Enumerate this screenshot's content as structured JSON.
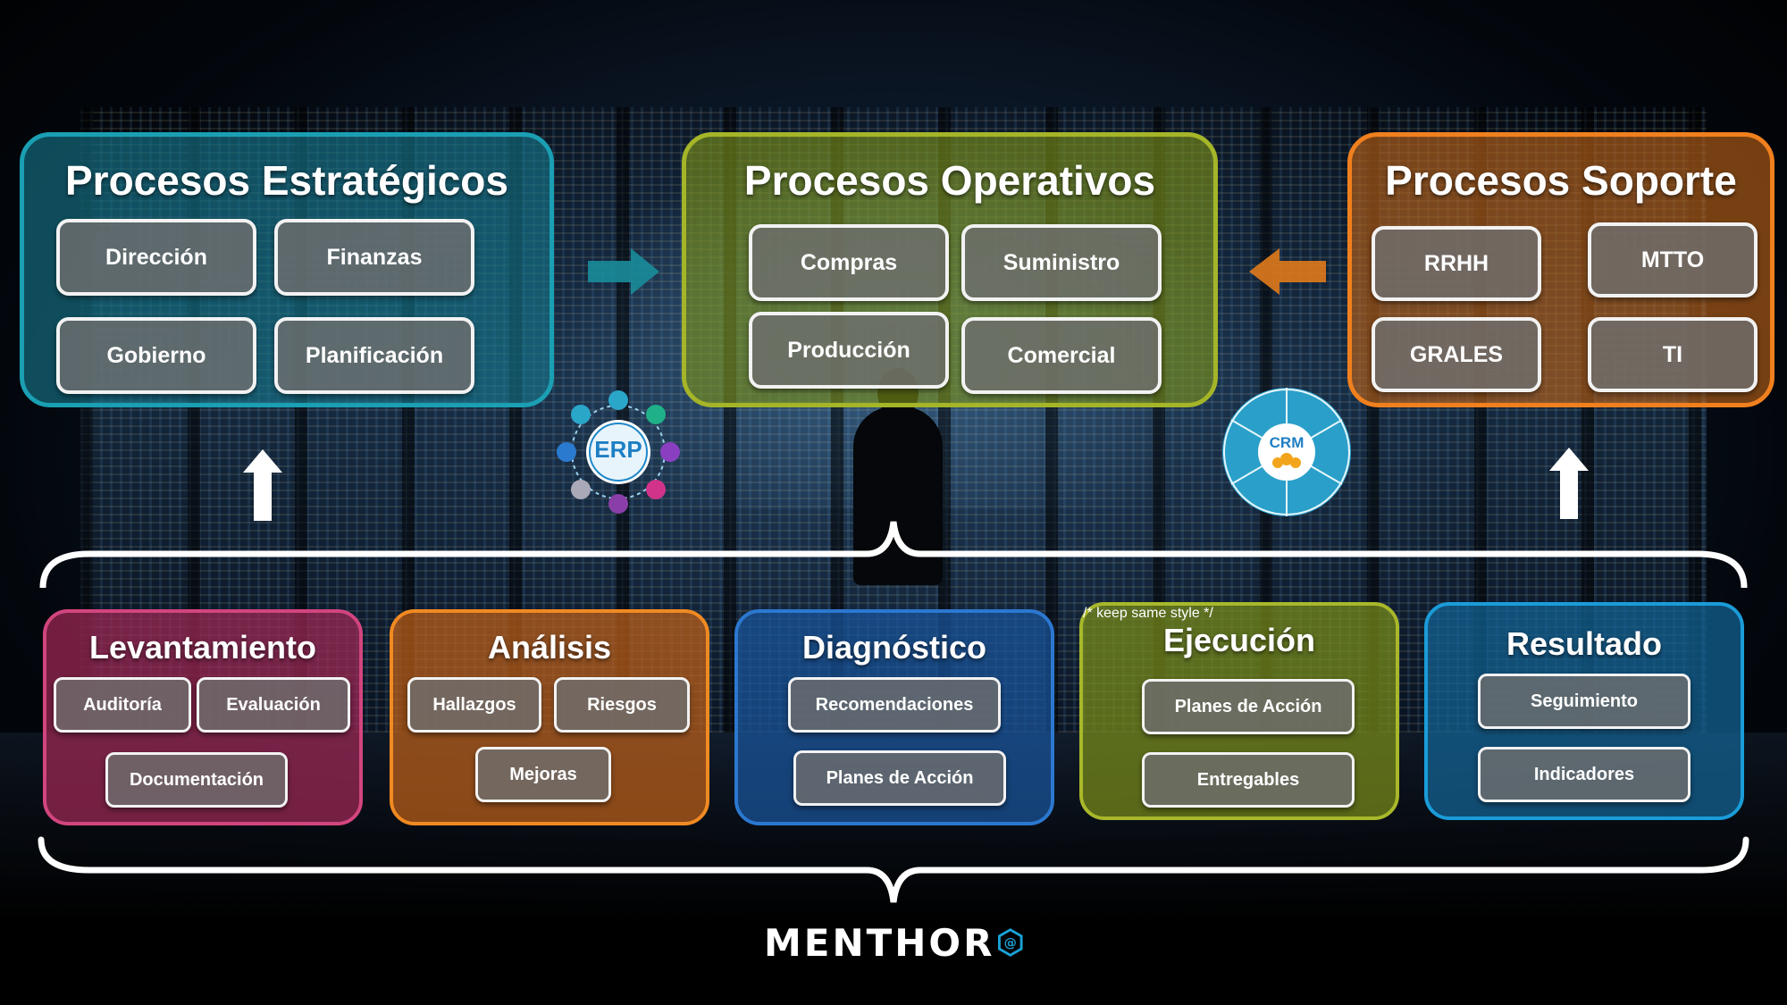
{
  "top_panels": {
    "estrategicos": {
      "title": "Procesos Estratégicos",
      "items": [
        "Dirección",
        "Finanzas",
        "Gobierno",
        "Planificación"
      ]
    },
    "operativos": {
      "title": "Procesos Operativos",
      "items": [
        "Compras",
        "Suministro",
        "Producción",
        "Comercial"
      ]
    },
    "soporte": {
      "title": "Procesos Soporte",
      "items": [
        "RRHH",
        "MTTO",
        "GRALES",
        "TI"
      ]
    }
  },
  "icons": {
    "erp_label": "ERP",
    "crm_label": "CRM"
  },
  "phases": {
    "levantamiento": {
      "title": "Levantamiento",
      "items": [
        "Auditoría",
        "Evaluación",
        "Documentación"
      ]
    },
    "analisis": {
      "title": "Análisis",
      "items": [
        "Hallazgos",
        "Riesgos",
        "Mejoras"
      ]
    },
    "diagnostico": {
      "title": "Diagnóstico",
      "items": [
        "Recomendaciones",
        "Planes de Acción"
      ]
    },
    "ejecucion": {
      "title": "Ejecución",
      "items": [
        "Planes de Acción",
        "Entregables"
      ]
    },
    "resultado": {
      "title": "Resultado",
      "items": [
        "Seguimiento",
        "Indicadores"
      ]
    }
  },
  "logo": {
    "text": "MENTHOR",
    "accent_color": "#1aa3d8"
  },
  "colors": {
    "estrategicos": "#1a9fb3",
    "operativos": "#a5b528",
    "soporte": "#f0801e",
    "levantamiento": "#d2457e",
    "analisis": "#f08a22",
    "diagnostico": "#2c78d0",
    "ejecucion": "#a8b82a",
    "resultado": "#1a9cd8"
  }
}
